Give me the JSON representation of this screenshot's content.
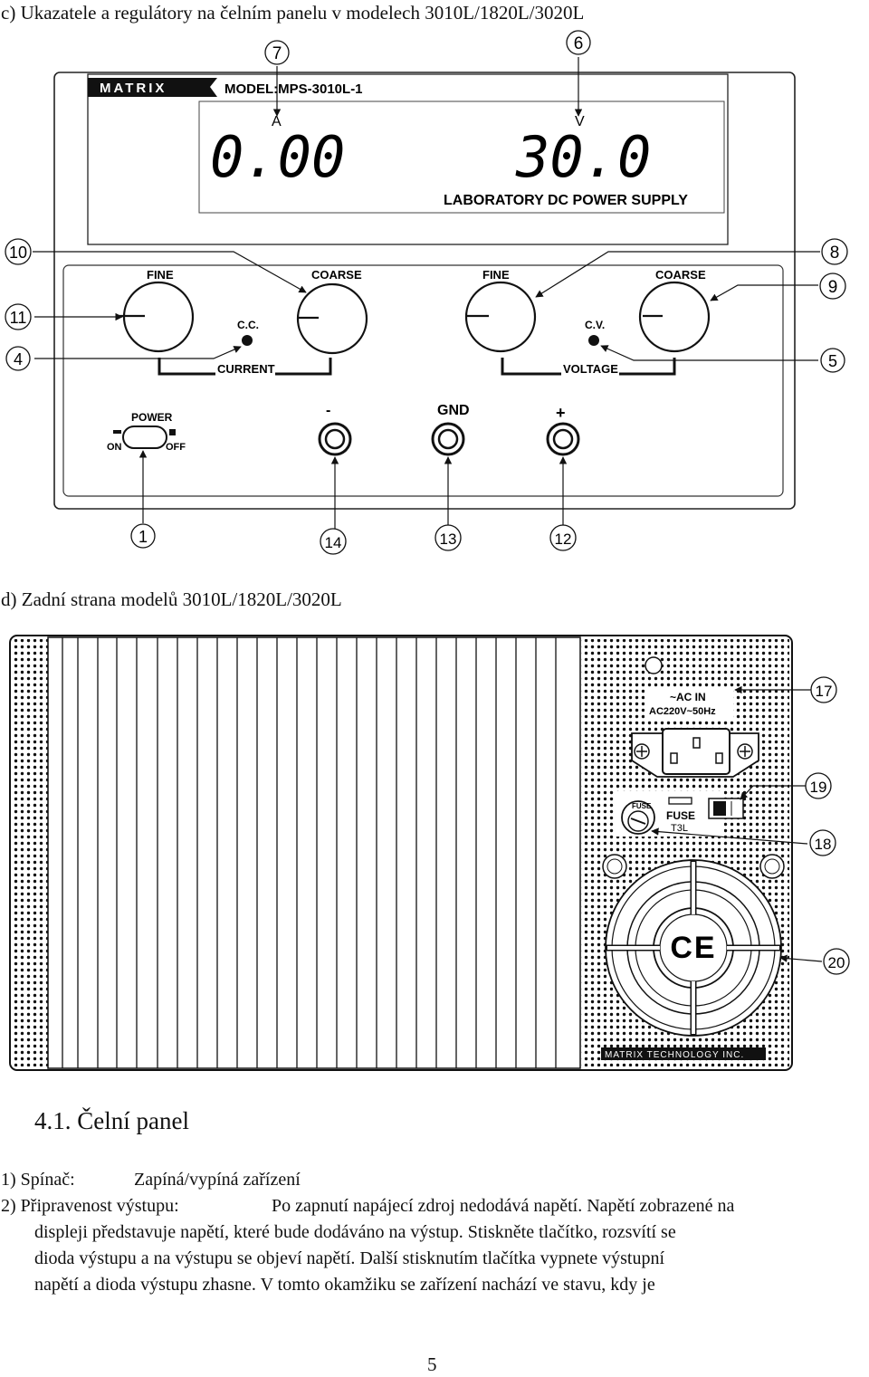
{
  "front_section": {
    "caption": "c) Ukazatele a regulátory na čelním panelu v modelech 3010L/1820L/3020L",
    "panel": {
      "brand": "MATRIX",
      "model": "MODEL:MPS-3010L-1",
      "ammeter_unit": "A",
      "ammeter_value": "0.00",
      "voltmeter_unit": "V",
      "voltmeter_value": "30.0",
      "subtitle": "LABORATORY DC POWER SUPPLY",
      "knob_labels": [
        "FINE",
        "COARSE",
        "FINE",
        "COARSE"
      ],
      "cc_label": "C.C.",
      "cv_label": "C.V.",
      "current_label": "CURRENT",
      "voltage_label": "VOLTAGE",
      "power_label": "POWER",
      "on_label": "ON",
      "off_label": "OFF",
      "minus_label": "-",
      "gnd_label": "GND",
      "plus_label": "+"
    },
    "callouts": [
      "7",
      "6",
      "10",
      "8",
      "11",
      "9",
      "4",
      "5",
      "1",
      "14",
      "13",
      "12"
    ]
  },
  "rear_section": {
    "caption": "d) Zadní strana modelů 3010L/1820L/3020L",
    "ac_in_label": "~AC IN",
    "ac_rating": "AC220V~50Hz",
    "fuse_label": "FUSE",
    "fuse_rating": "T3L",
    "fuse_cap_label": "FUSE",
    "ce_mark": "CE",
    "footer_brand": "MATRIX TECHNOLOGY INC.",
    "callouts": [
      "17",
      "19",
      "18",
      "20"
    ]
  },
  "text": {
    "heading": "4.1.  Čelní panel",
    "item1_label": "1) Spínač:",
    "item1_desc": "Zapíná/vypíná zařízení",
    "item2_label": "2) Připravenost výstupu:",
    "item2_desc": "Po zapnutí napájecí zdroj nedodává napětí. Napětí zobrazené na",
    "item2_lines": [
      "displeji představuje napětí, které bude dodáváno na výstup. Stiskněte tlačítko, rozsvítí se",
      "dioda výstupu a na výstupu se objeví napětí. Další stisknutím tlačítka vypnete výstupní",
      "napětí a dioda výstupu zhasne. V tomto okamžiku se zařízení nachází ve stavu, kdy je"
    ],
    "page_number": "5"
  }
}
